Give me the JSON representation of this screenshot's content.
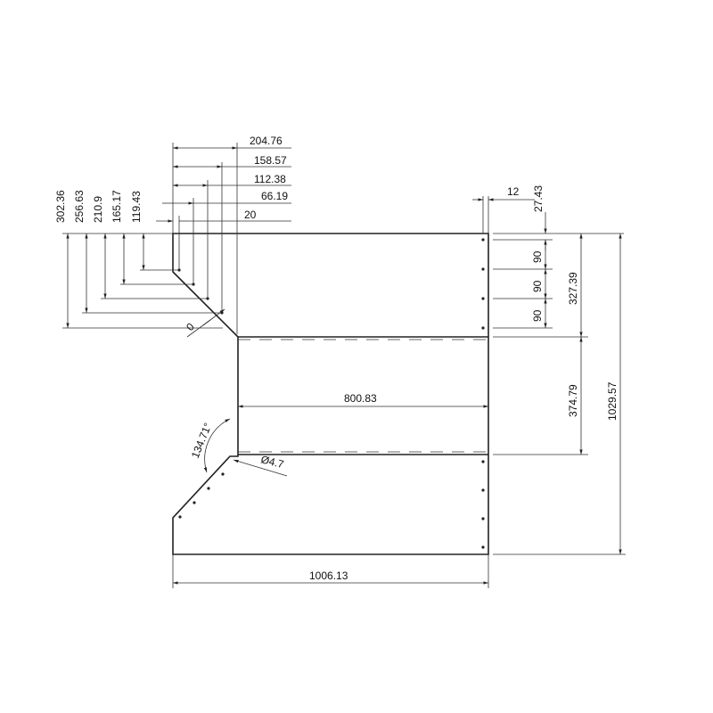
{
  "drawing": {
    "top_horizontal_dims": [
      "204.76",
      "158.57",
      "112.38",
      "66.19",
      "20"
    ],
    "left_vertical_dims": [
      "302.36",
      "256.63",
      "210.9",
      "165.17",
      "119.43"
    ],
    "right_top_dims": [
      "12",
      "27.43"
    ],
    "right_pitch_dims": [
      "90",
      "90",
      "90"
    ],
    "right_section_dims": [
      "327.39",
      "374.79"
    ],
    "overall_height": "1029.57",
    "overall_width": "1006.13",
    "inner_width": "800.83",
    "chamfer_label": "0",
    "angle_label": "134.71°",
    "hole_diameter_label": "Ø4.7"
  }
}
